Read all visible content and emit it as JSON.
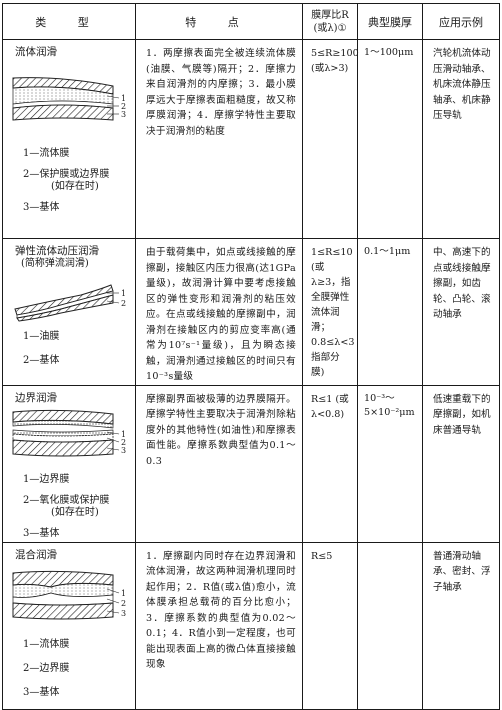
{
  "header": {
    "type": "类 型",
    "feature": "特 点",
    "ratio_line1": "膜厚比R",
    "ratio_line2": "(或λ)①",
    "thickness": "典型膜厚",
    "application": "应用示例"
  },
  "rows": [
    {
      "type_name": "流体润滑",
      "type_sub": "",
      "figure_numbers": [
        "1",
        "2",
        "3"
      ],
      "legend": [
        "1—流体膜",
        "2—保护膜或边界膜",
        "(如存在时)",
        "3—基体"
      ],
      "feature": "1．两摩擦表面完全被连续流体膜(油膜、气膜等)隔开；2．摩擦力来自润滑剂的内摩擦；3．最小膜厚远大于摩擦表面粗糙度，故又称厚膜润滑；4．摩擦学特性主要取决于润滑剂的粘度",
      "ratio": "5≤R≥100 (或λ>3)",
      "thickness": "1～100μm",
      "application": "汽轮机流体动压滑动轴承、机床流体静压轴承、机床静压导轨"
    },
    {
      "type_name": "弹性流体动压润滑",
      "type_sub": "(简称弹流润滑)",
      "figure_numbers": [
        "1",
        "2"
      ],
      "legend": [
        "1—油膜",
        "2—基体"
      ],
      "feature": "由于载荷集中，如点或线接触的摩擦副，接触区内压力很高(达1GPa量级)，故润滑计算中要考虑接触区的弹性变形和润滑剂的粘压效应。在点或线接触的摩擦副中，润滑剂在接触区内的剪应变率高(通常为10⁷s⁻¹量级)，且为瞬态接触，润滑剂通过接触区的时间只有10⁻³s量级",
      "ratio": "1≤R≤10 (或λ≥3，指全膜弹性流体润滑；0.8≤λ<3指部分膜)",
      "thickness": "0.1～1μm",
      "application": "中、高速下的点或线接触摩擦副，如齿轮、凸轮、滚动轴承"
    },
    {
      "type_name": "边界润滑",
      "type_sub": "",
      "figure_numbers": [
        "1",
        "2",
        "3"
      ],
      "legend": [
        "1—边界膜",
        "2—氧化膜或保护膜",
        "(如存在时)",
        "3—基体"
      ],
      "feature": "摩擦副界面被极薄的边界膜隔开。摩擦学特性主要取决于润滑剂除粘度外的其他特性(如油性)和摩擦表面性能。摩擦系数典型值为0.1～0.3",
      "ratio": "R≤1 (或λ<0.8)",
      "thickness": "10⁻³～5×10⁻²μm",
      "application": "低速重载下的摩擦副，如机床普通导轨"
    },
    {
      "type_name": "混合润滑",
      "type_sub": "",
      "figure_numbers": [
        "1",
        "2",
        "3"
      ],
      "legend": [
        "1—流体膜",
        "2—边界膜",
        "3—基体"
      ],
      "feature": "1．摩擦副内同时存在边界润滑和流体润滑，故这两种润滑机理同时起作用；2．R值(或λ值)愈小，流体膜承担总载荷的百分比愈小；3．摩擦系数的典型值为0.02～0.1；4．R值小到一定程度，也可能出现表面上高的微凸体直接接触现象",
      "ratio": "R≤5",
      "thickness": "",
      "application": "普通滑动轴承、密封、浮子轴承"
    }
  ]
}
